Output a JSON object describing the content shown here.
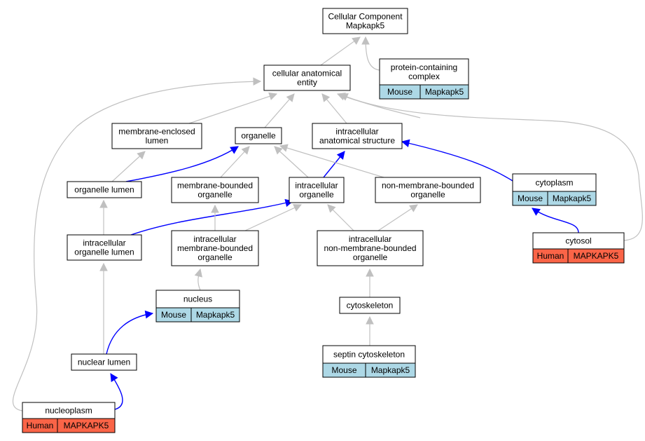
{
  "colors": {
    "mouse_cell": "#add8e6",
    "human_cell": "#fa6447",
    "is_a_edge": "#c0c0c0",
    "part_of_edge": "#0000ff"
  },
  "nodes": {
    "root": {
      "lines": [
        "Cellular Component",
        "Mapkapk5"
      ]
    },
    "cellular_anatomical_entity": {
      "lines": [
        "cellular anatomical",
        "entity"
      ]
    },
    "protein_containing_complex": {
      "lines": [
        "protein-containing",
        "complex"
      ],
      "species": "Mouse",
      "gene": "Mapkapk5"
    },
    "membrane_enclosed_lumen": {
      "lines": [
        "membrane-enclosed",
        "lumen"
      ]
    },
    "organelle": {
      "lines": [
        "organelle"
      ]
    },
    "intracellular_anatomical_structure": {
      "lines": [
        "intracellular",
        "anatomical structure"
      ]
    },
    "organelle_lumen": {
      "lines": [
        "organelle lumen"
      ]
    },
    "membrane_bounded_organelle": {
      "lines": [
        "membrane-bounded",
        "organelle"
      ]
    },
    "intracellular_organelle": {
      "lines": [
        "intracellular",
        "organelle"
      ]
    },
    "non_membrane_bounded_organelle": {
      "lines": [
        "non-membrane-bounded",
        "organelle"
      ]
    },
    "cytoplasm": {
      "lines": [
        "cytoplasm"
      ],
      "species": "Mouse",
      "gene": "Mapkapk5"
    },
    "intracellular_organelle_lumen": {
      "lines": [
        "intracellular",
        "organelle lumen"
      ]
    },
    "intracellular_membrane_bounded_organelle": {
      "lines": [
        "intracellular",
        "membrane-bounded",
        "organelle"
      ]
    },
    "intracellular_non_membrane_bounded_organelle": {
      "lines": [
        "intracellular",
        "non-membrane-bounded",
        "organelle"
      ]
    },
    "cytosol": {
      "lines": [
        "cytosol"
      ],
      "species": "Human",
      "gene": "MAPKAPK5"
    },
    "nucleus": {
      "lines": [
        "nucleus"
      ],
      "species": "Mouse",
      "gene": "Mapkapk5"
    },
    "cytoskeleton": {
      "lines": [
        "cytoskeleton"
      ]
    },
    "nuclear_lumen": {
      "lines": [
        "nuclear lumen"
      ]
    },
    "septin_cytoskeleton": {
      "lines": [
        "septin cytoskeleton"
      ],
      "species": "Mouse",
      "gene": "Mapkapk5"
    },
    "nucleoplasm": {
      "lines": [
        "nucleoplasm"
      ],
      "species": "Human",
      "gene": "MAPKAPK5"
    }
  },
  "edges": [
    {
      "from": "cellular_anatomical_entity",
      "to": "root",
      "kind": "is_a"
    },
    {
      "from": "protein_containing_complex",
      "to": "root",
      "kind": "is_a"
    },
    {
      "from": "membrane_enclosed_lumen",
      "to": "cellular_anatomical_entity",
      "kind": "is_a"
    },
    {
      "from": "organelle",
      "to": "cellular_anatomical_entity",
      "kind": "is_a"
    },
    {
      "from": "intracellular_anatomical_structure",
      "to": "cellular_anatomical_entity",
      "kind": "is_a"
    },
    {
      "from": "organelle_lumen",
      "to": "membrane_enclosed_lumen",
      "kind": "is_a"
    },
    {
      "from": "organelle_lumen",
      "to": "organelle",
      "kind": "part_of"
    },
    {
      "from": "membrane_bounded_organelle",
      "to": "organelle",
      "kind": "is_a"
    },
    {
      "from": "intracellular_organelle",
      "to": "organelle",
      "kind": "is_a"
    },
    {
      "from": "intracellular_organelle",
      "to": "intracellular_anatomical_structure",
      "kind": "part_of"
    },
    {
      "from": "non_membrane_bounded_organelle",
      "to": "organelle",
      "kind": "is_a"
    },
    {
      "from": "cytoplasm",
      "to": "intracellular_anatomical_structure",
      "kind": "part_of"
    },
    {
      "from": "cytoplasm",
      "to": "cellular_anatomical_entity",
      "kind": "is_a"
    },
    {
      "from": "intracellular_organelle_lumen",
      "to": "organelle_lumen",
      "kind": "is_a"
    },
    {
      "from": "intracellular_organelle_lumen",
      "to": "intracellular_organelle",
      "kind": "part_of"
    },
    {
      "from": "intracellular_membrane_bounded_organelle",
      "to": "membrane_bounded_organelle",
      "kind": "is_a"
    },
    {
      "from": "intracellular_membrane_bounded_organelle",
      "to": "intracellular_organelle",
      "kind": "is_a"
    },
    {
      "from": "intracellular_non_membrane_bounded_organelle",
      "to": "intracellular_organelle",
      "kind": "is_a"
    },
    {
      "from": "intracellular_non_membrane_bounded_organelle",
      "to": "non_membrane_bounded_organelle",
      "kind": "is_a"
    },
    {
      "from": "cytosol",
      "to": "cytoplasm",
      "kind": "part_of"
    },
    {
      "from": "cytosol",
      "to": "cellular_anatomical_entity",
      "kind": "is_a"
    },
    {
      "from": "nucleus",
      "to": "intracellular_membrane_bounded_organelle",
      "kind": "is_a"
    },
    {
      "from": "cytoskeleton",
      "to": "intracellular_non_membrane_bounded_organelle",
      "kind": "is_a"
    },
    {
      "from": "nuclear_lumen",
      "to": "intracellular_organelle_lumen",
      "kind": "is_a"
    },
    {
      "from": "nuclear_lumen",
      "to": "nucleus",
      "kind": "part_of"
    },
    {
      "from": "septin_cytoskeleton",
      "to": "cytoskeleton",
      "kind": "is_a"
    },
    {
      "from": "nucleoplasm",
      "to": "nuclear_lumen",
      "kind": "part_of"
    },
    {
      "from": "nucleoplasm",
      "to": "cellular_anatomical_entity",
      "kind": "is_a"
    }
  ]
}
